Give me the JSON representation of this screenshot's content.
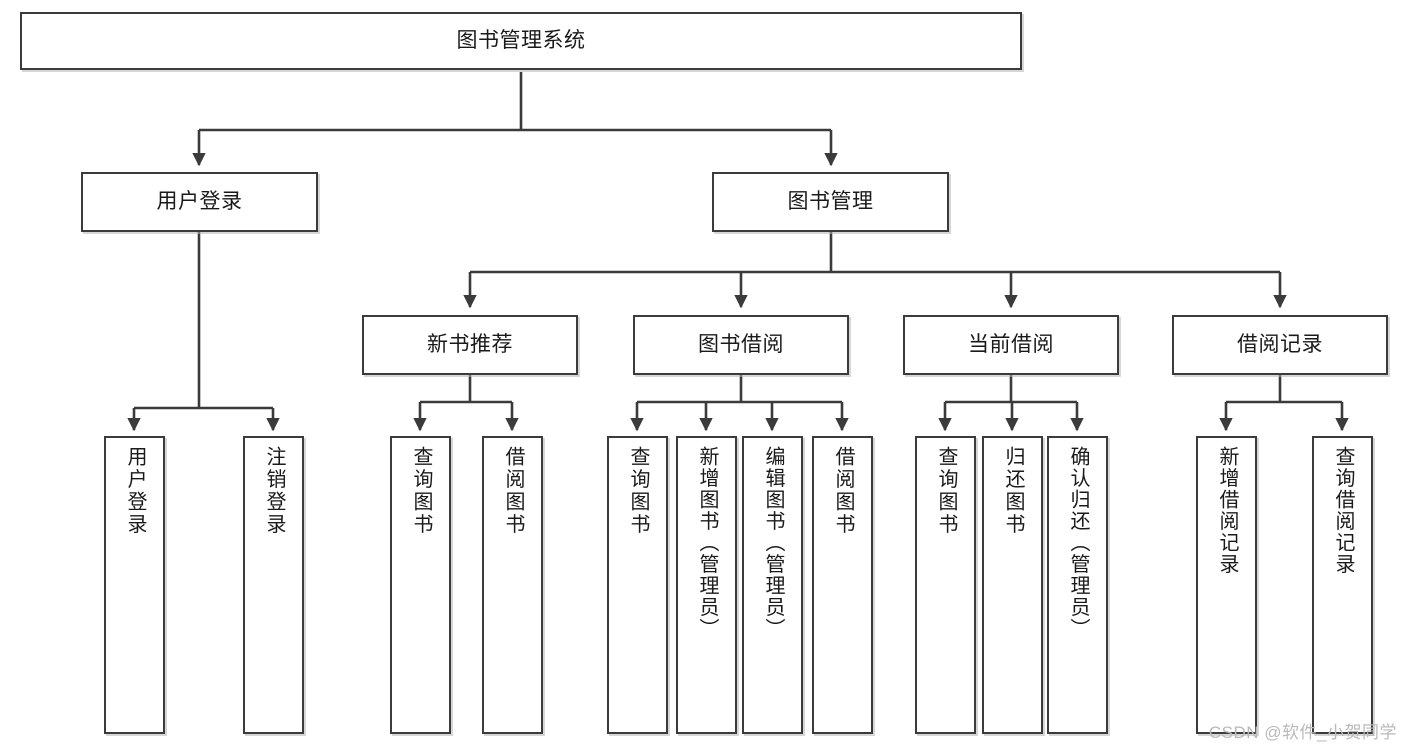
{
  "diagram": {
    "title": "图书管理系统",
    "type": "functional-structure-tree",
    "watermark": "CSDN @软件_小贺同学",
    "colors": {
      "background": "#ffffff",
      "box_border": "#3b3b3b",
      "box_fill": "#ffffff",
      "connector": "#3b3b3b",
      "text": "#1a1a1a",
      "watermark": "#b9b9b9"
    },
    "levels": {
      "root": {
        "label": "图书管理系统"
      },
      "level2": [
        {
          "id": "user-login",
          "label": "用户登录"
        },
        {
          "id": "book-manage",
          "label": "图书管理"
        }
      ],
      "level3": [
        {
          "id": "new-book-recommend",
          "label": "新书推荐",
          "parent": "book-manage"
        },
        {
          "id": "book-borrow",
          "label": "图书借阅",
          "parent": "book-manage"
        },
        {
          "id": "current-borrow",
          "label": "当前借阅",
          "parent": "book-manage"
        },
        {
          "id": "borrow-record",
          "label": "借阅记录",
          "parent": "book-manage"
        }
      ],
      "leaves": [
        {
          "id": "leaf-user-login",
          "label": "用户登录",
          "parent": "user-login"
        },
        {
          "id": "leaf-user-logout",
          "label": "注销登录",
          "parent": "user-login"
        },
        {
          "id": "leaf-query-book-1",
          "label": "查询图书",
          "parent": "new-book-recommend"
        },
        {
          "id": "leaf-borrow-book-1",
          "label": "借阅图书",
          "parent": "new-book-recommend"
        },
        {
          "id": "leaf-query-book-2",
          "label": "查询图书",
          "parent": "book-borrow"
        },
        {
          "id": "leaf-add-book",
          "label": "新增图书（管理员）",
          "parent": "book-borrow"
        },
        {
          "id": "leaf-edit-book",
          "label": "编辑图书（管理员）",
          "parent": "book-borrow"
        },
        {
          "id": "leaf-borrow-book-2",
          "label": "借阅图书",
          "parent": "book-borrow"
        },
        {
          "id": "leaf-query-book-3",
          "label": "查询图书",
          "parent": "current-borrow"
        },
        {
          "id": "leaf-return-book",
          "label": "归还图书",
          "parent": "current-borrow"
        },
        {
          "id": "leaf-confirm-return",
          "label": "确认归还（管理员）",
          "parent": "current-borrow"
        },
        {
          "id": "leaf-add-record",
          "label": "新增借阅记录",
          "parent": "borrow-record"
        },
        {
          "id": "leaf-query-record",
          "label": "查询借阅记录",
          "parent": "borrow-record"
        }
      ]
    }
  }
}
